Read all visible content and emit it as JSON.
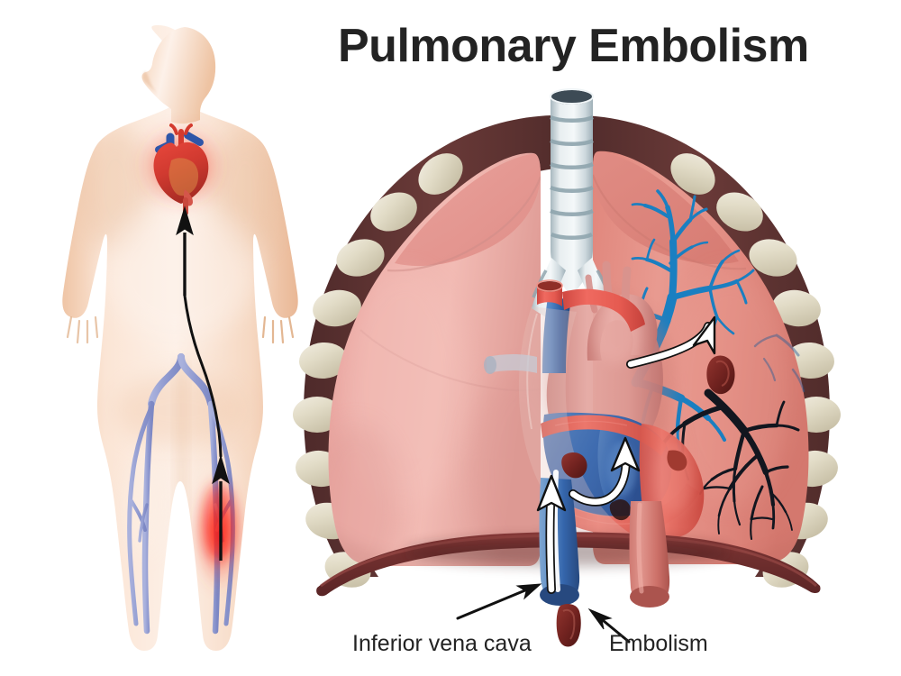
{
  "title": "Pulmonary Embolism",
  "labels": {
    "ivc": "Inferior vena cava",
    "embolism": "Embolism"
  },
  "colors": {
    "background": "#ffffff",
    "title_text": "#232323",
    "label_text": "#232323",
    "skin_light": "#fbe6d8",
    "skin_mid": "#f3cfb4",
    "skin_shadow": "#e7b896",
    "vein_blue": "#9aa3d4",
    "lung_left_pink": "#eeaba6",
    "lung_right_coral": "#e0897f",
    "chest_wall_maroon": "#5e3333",
    "rib_cream": "#ddd6c0",
    "diaphragm_maroon": "#6b2d30",
    "artery_red": "#e8564f",
    "aorta_salmon": "#d98a85",
    "heart_blue": "#3f6fb5",
    "vessel_tree_blue": "#1a7fc1",
    "vessel_tree_black": "#12161f",
    "clot_dark_red": "#7e2b27",
    "trachea_silver": "#dde5e8",
    "trachea_band": "#8fa5ae",
    "trachea_lumen": "#3d4b55",
    "arrow_black": "#111111",
    "arrow_white": "#ffffff",
    "dvt_glow_red": "#f0201c"
  },
  "figures": {
    "body": {
      "name": "human-body-silhouette",
      "description": "Front-facing male silhouette, head in left profile"
    },
    "thorax": {
      "name": "thorax-cutaway",
      "description": "Cutaway chest showing both lungs, ribs, trachea, heart and diaphragm"
    }
  },
  "annotations": {
    "body_arrows": 2,
    "heart_arrows": 3,
    "label_arrows": 2
  },
  "ribs": {
    "left_count": 9,
    "right_count": 9
  }
}
